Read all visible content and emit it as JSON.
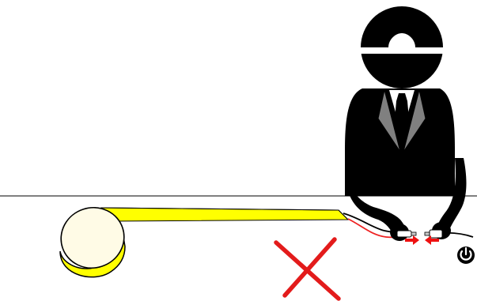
{
  "figure": {
    "kind": "instruction-illustration",
    "meaning": "do-not-connect-cable-to-power",
    "elements": [
      "person-in-suit",
      "sensor-pad",
      "flat-yellow-cable",
      "cable-connector",
      "power-symbol",
      "prohibited-x-mark",
      "connect-arrows",
      "table-edge-line"
    ]
  },
  "colors": {
    "background": "#ffffff",
    "outline": "#000000",
    "suit": "#000000",
    "lapel": "#808080",
    "shirt": "#ffffff",
    "cable_yellow": "#ffff00",
    "pad_top": "#fffbe6",
    "pad_band": "#ffff00",
    "wire_red": "#ee2222",
    "arrow_red": "#ee1111",
    "prohibit_x": "#e31b1b",
    "table_line": "#333333"
  }
}
